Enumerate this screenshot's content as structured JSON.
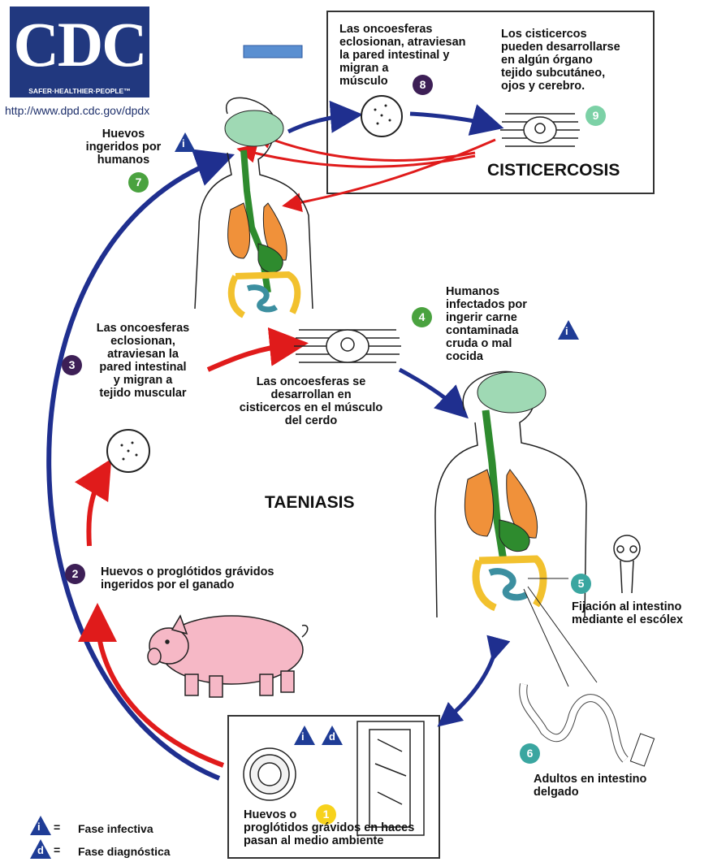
{
  "logo": {
    "letters": "CDC",
    "tagline": "SAFER·HEALTHIER·PEOPLE™",
    "url": "http://www.dpd.cdc.gov/dpdx"
  },
  "titles": {
    "cysticercosis": "CISTICERCOSIS",
    "taeniasis": "TAENIASIS"
  },
  "steps": [
    {
      "num": "1",
      "color": "#f7d21c",
      "text": "Huevos o\nproglótidos grávidos en haces\npasan al medio ambiente"
    },
    {
      "num": "2",
      "color": "#3d1f56",
      "text": "Huevos o proglótidos grávidos\ningeridos por el ganado"
    },
    {
      "num": "3",
      "color": "#3d1f56",
      "text": "Las oncoesferas\neclosionan,\natraviesan la\npared intestinal\ny migran a\ntejido muscular"
    },
    {
      "num": "4",
      "color": "#4aa23f",
      "text": "Humanos\ninfectados por\ningerir carne\ncontaminada\ncruda o mal\ncocida"
    },
    {
      "num": "5",
      "color": "#3aa6a0",
      "text": "Fijación al intestino\nmediante el escólex"
    },
    {
      "num": "6",
      "color": "#3aa6a0",
      "text": "Adultos en intestino\ndelgado"
    },
    {
      "num": "7",
      "color": "#4aa23f",
      "text": "Huevos\ningeridos por\nhumanos"
    },
    {
      "num": "8",
      "color": "#3d1f56",
      "text": "Las oncoesferas\neclosionan, atraviesan\nla pared intestinal y\nmigran a\nmúsculo"
    },
    {
      "num": "9",
      "color": "#7cd1a6",
      "text": "Los cisticercos\npueden desarrollarse\nen algún órgano\ntejido subcutáneo,\nojos y cerebro."
    }
  ],
  "pig_muscle_label": "Las oncoesferas se\ndesarrollan en\ncisticercos en el músculo\ndel cerdo",
  "stage_badges": {
    "infective": "i",
    "diagnostic": "d"
  },
  "legend": [
    {
      "badge": "i",
      "equals": "=",
      "label": "Fase infectiva"
    },
    {
      "badge": "d",
      "equals": "=",
      "label": "Fase diagnóstica"
    }
  ],
  "colors": {
    "arrow_blue": "#1f2f8f",
    "arrow_red": "#e01b1b",
    "lungs": "#f0913a",
    "brain": "#9fd9b4",
    "digestive": "#2e8b2e",
    "colon": "#f2c12e",
    "small_intestine": "#3c8fa0",
    "pig": "#f6b8c6",
    "badge_blue": "#1f3c96",
    "logo_blue": "#21387f"
  }
}
